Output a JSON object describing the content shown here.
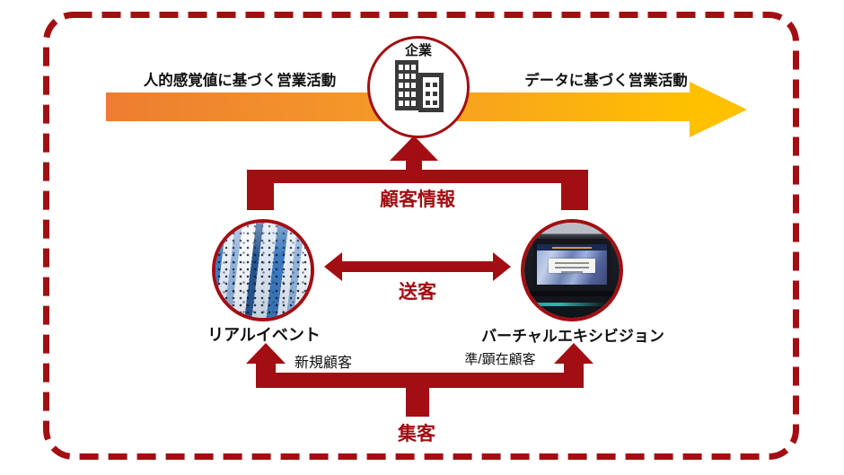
{
  "diagram": {
    "top_axis": {
      "left_label": "人的感覚値に基づく営業活動",
      "right_label": "データに基づく営業活動",
      "gradient_start_color": "#ED7D31",
      "gradient_end_color": "#FFC000"
    },
    "company": {
      "label": "企業",
      "icon": "building-icon"
    },
    "nodes": {
      "real_event": {
        "label": "リアルイベント",
        "image": "trade-show-aerial-photo"
      },
      "virtual_exhibition": {
        "label": "バーチャルエキシビジョン",
        "image": "laptop-webinar-photo"
      }
    },
    "flows": {
      "customer_info": "顧客情報",
      "send_customers": "送客",
      "attract_customers": "集客",
      "new_customers": "新規顧客",
      "potential_customers": "準/顕在顧客"
    },
    "colors": {
      "accent_red": "#A20E12",
      "text_black": "#111111"
    }
  }
}
